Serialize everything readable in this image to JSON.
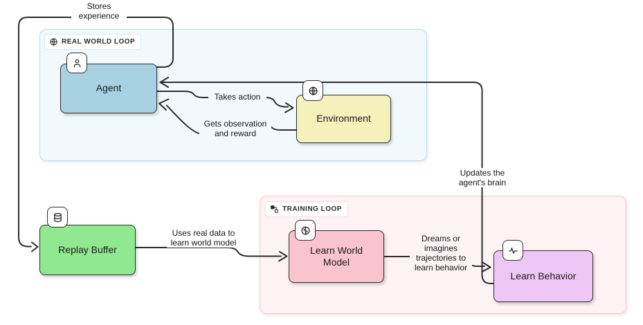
{
  "containers": {
    "real_world_loop": {
      "label": "REAL WORLD LOOP",
      "icon": "globe-icon"
    },
    "training_loop": {
      "label": "TRAINING LOOP",
      "icon": "workflow-icon"
    }
  },
  "nodes": {
    "agent": {
      "label": "Agent",
      "icon": "user-icon",
      "fill": "#a8d1e2"
    },
    "environment": {
      "label": "Environment",
      "icon": "globe-icon",
      "fill": "#f5f1bb"
    },
    "replay_buffer": {
      "label": "Replay Buffer",
      "icon": "database-icon",
      "fill": "#90e890"
    },
    "learn_world_model": {
      "label": "Learn World Model",
      "icon": "brain-icon",
      "fill": "#f9c3d0"
    },
    "learn_behavior": {
      "label": "Learn Behavior",
      "icon": "activity-icon",
      "fill": "#eec6f5"
    }
  },
  "edges": {
    "stores_experience": {
      "label": "Stores experience",
      "from": "Agent",
      "to": "Replay Buffer"
    },
    "takes_action": {
      "label": "Takes action",
      "from": "Agent",
      "to": "Environment"
    },
    "gets_observation": {
      "label": "Gets observation and reward",
      "from": "Environment",
      "to": "Agent"
    },
    "updates_brain": {
      "label": "Updates the agent's brain",
      "from": "Learn Behavior",
      "to": "Agent"
    },
    "uses_real_data": {
      "label": "Uses real data to learn world model",
      "from": "Replay Buffer",
      "to": "Learn World Model"
    },
    "dreams": {
      "label": "Dreams or imagines trajectories to learn behavior",
      "from": "Learn World Model",
      "to": "Learn Behavior"
    }
  },
  "colors": {
    "canvas_bg": "#ffffff",
    "edge_stroke": "#2b2b2b",
    "real_world_loop_fill": "#f2f9fc",
    "real_world_loop_border": "#b5dae6",
    "training_loop_fill": "#fdf2f4",
    "training_loop_border": "#f1c3cd",
    "agent_fill": "#a8d1e2",
    "environment_fill": "#f5f1bb",
    "replay_buffer_fill": "#90e890",
    "learn_world_model_fill": "#f9c3d0",
    "learn_behavior_fill": "#eec6f5"
  }
}
